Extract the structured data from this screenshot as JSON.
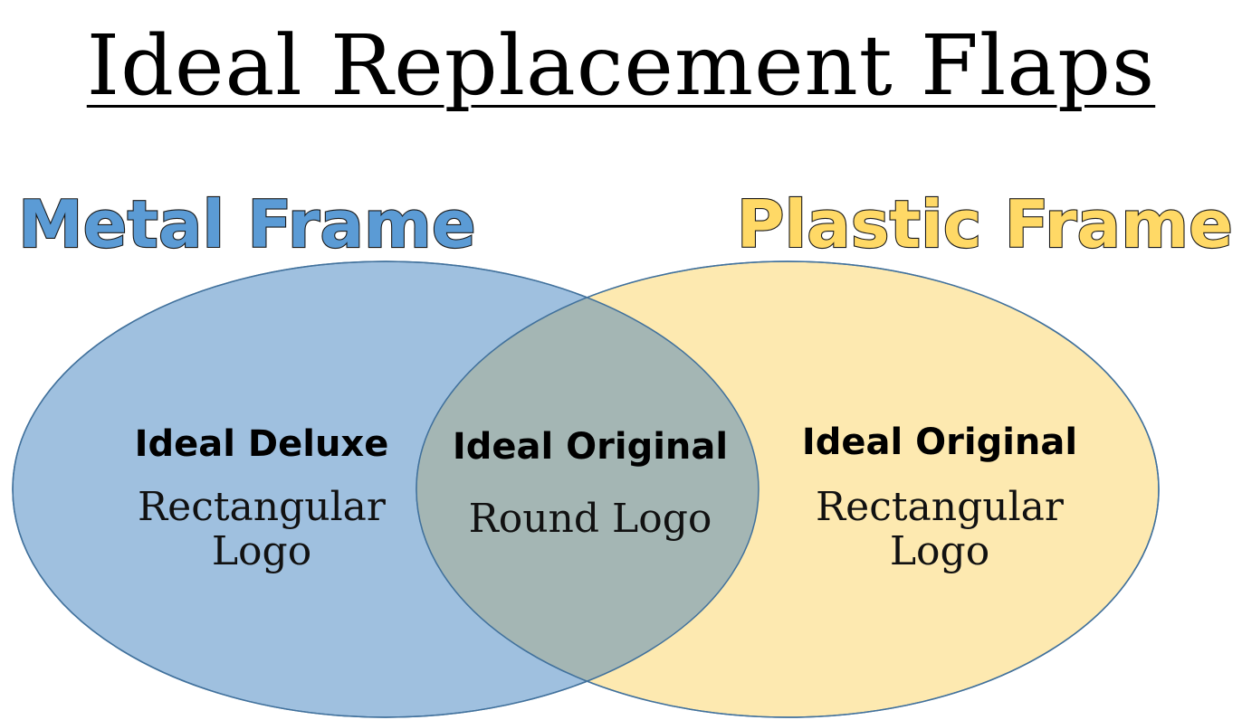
{
  "title": "Ideal Replacement Flaps",
  "colors": {
    "metal": "#5b9bd5",
    "metal_fill": "#9fc0df",
    "plastic": "#ffd966",
    "plastic_fill": "#fde9b0",
    "overlap_fill": "#a4b6b4",
    "outline": "#41719c"
  },
  "sets": {
    "metal": {
      "label": "Metal Frame",
      "heading": "Ideal Deluxe",
      "description": [
        "Rectangular",
        "Logo"
      ]
    },
    "plastic": {
      "label": "Plastic Frame",
      "heading": "Ideal Original",
      "description": [
        "Rectangular",
        "Logo"
      ]
    },
    "overlap": {
      "heading": "Ideal Original",
      "description": [
        "Round Logo"
      ]
    }
  }
}
